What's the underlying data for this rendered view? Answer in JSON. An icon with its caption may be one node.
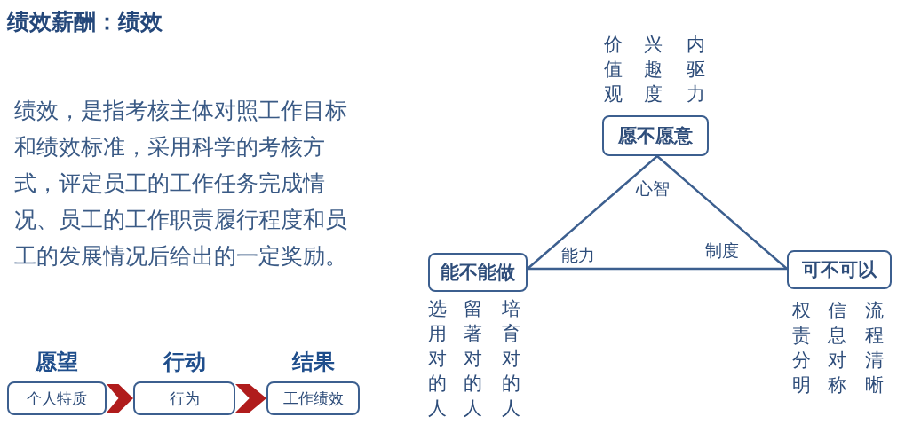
{
  "diagram": {
    "title": "绩效薪酬：绩效",
    "nodes": [
      {
        "text": [
          "愿望",
          "个人特质"
        ]
      },
      {
        "text": [
          "行动",
          "行为"
        ]
      },
      {
        "text": [
          "结果",
          "工作绩效"
        ]
      },
      {
        "text": [
          "愿不愿意"
        ],
        "beside": [
          "价值观",
          "兴趣度",
          "内驱力"
        ]
      },
      {
        "text": [
          "能不能做"
        ],
        "beside": [
          "选用对的人",
          "留著对的人",
          "培育对的人"
        ]
      },
      {
        "text": [
          "可不可以"
        ],
        "beside": [
          "权责分明",
          "信息对称",
          "流程清晰"
        ]
      }
    ],
    "edges": [
      {
        "from": 0,
        "to": 1,
        "arrow": "to",
        "color": "#b01c1c"
      },
      {
        "from": 1,
        "to": 2,
        "arrow": "to",
        "color": "#b01c1c"
      },
      {
        "from": 4,
        "to": 3,
        "arrow": "none"
      },
      {
        "from": 3,
        "to": 5,
        "arrow": "none"
      },
      {
        "from": 4,
        "to": 5,
        "arrow": "none"
      }
    ],
    "labels": [
      "绩效，是指考核主体对照工作目标和绩效标准，采用科学的考核方式，评定员工的工作任务完成情况、员工的工作职责履行程度和员工的发展情况后给出的一定奖励。",
      "心智",
      "能力",
      "制度"
    ]
  }
}
